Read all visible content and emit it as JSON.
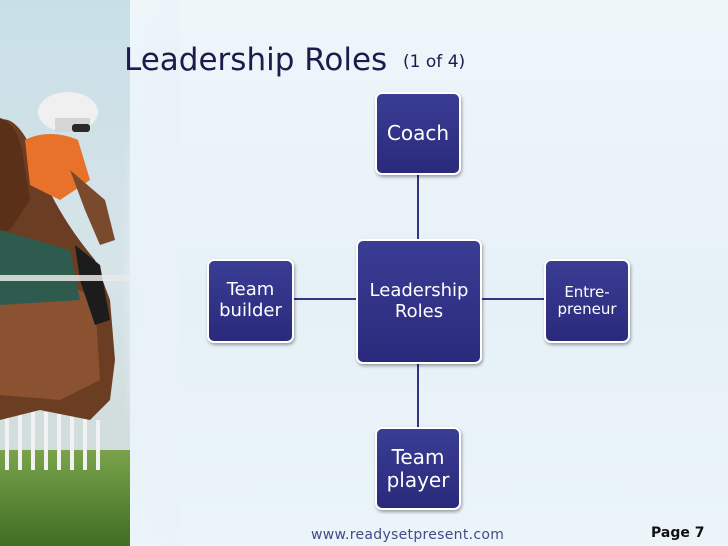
{
  "slide": {
    "title": "Leadership Roles",
    "title_suffix": "(1 of 4)",
    "footer_url": "www.readysetpresent.com",
    "page_label": "Page 7"
  },
  "diagram": {
    "center": "Leadership\nRoles",
    "top": "Coach",
    "left": "Team\nbuilder",
    "right": "Entre-\npreneur",
    "bottom": "Team\nplayer"
  },
  "colors": {
    "node_fill": "#2e3088",
    "node_border": "#ffffff",
    "connector": "#33357f",
    "title_text": "#1e1a4c"
  }
}
